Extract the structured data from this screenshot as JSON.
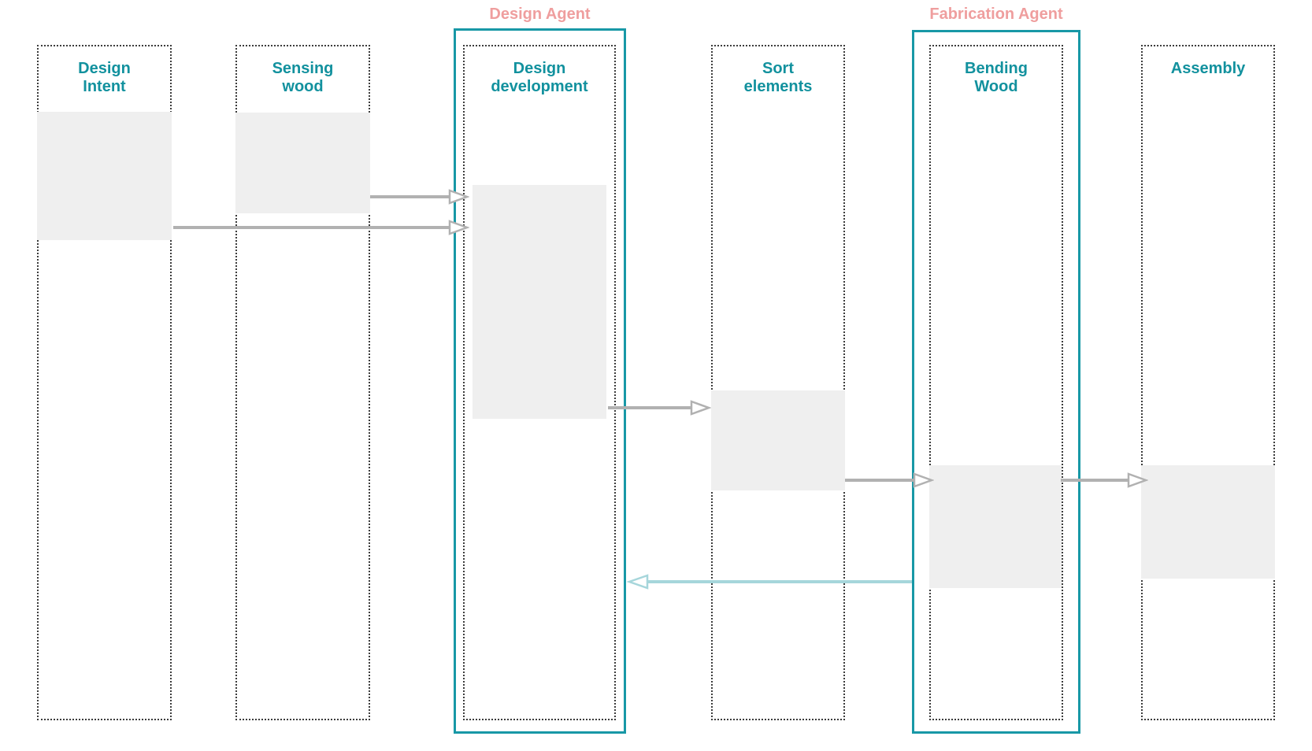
{
  "agents": [
    {
      "id": "design-agent",
      "label": "Design Agent"
    },
    {
      "id": "fabrication-agent",
      "label": "Fabrication Agent"
    }
  ],
  "columns": [
    {
      "id": "design-intent",
      "label": "Design\nIntent",
      "has_placeholder_image": true
    },
    {
      "id": "sensing-wood",
      "label": "Sensing\nwood",
      "has_placeholder_image": true
    },
    {
      "id": "design-development",
      "label": "Design\ndevelopment",
      "agent": "Design Agent",
      "has_placeholder_image": true
    },
    {
      "id": "sort-elements",
      "label": "Sort\nelements",
      "has_placeholder_image": true
    },
    {
      "id": "bending-wood",
      "label": "Bending\nWood",
      "agent": "Fabrication Agent",
      "has_placeholder_image": true
    },
    {
      "id": "assembly",
      "label": "Assembly",
      "has_placeholder_image": true
    }
  ],
  "arrows": [
    {
      "from": "sensing-wood",
      "to": "design-development",
      "style": "gray",
      "direction": "right"
    },
    {
      "from": "design-intent",
      "to": "design-development",
      "style": "gray",
      "direction": "right"
    },
    {
      "from": "design-development",
      "to": "sort-elements",
      "style": "gray",
      "direction": "right"
    },
    {
      "from": "sort-elements",
      "to": "bending-wood",
      "style": "gray",
      "direction": "right"
    },
    {
      "from": "bending-wood",
      "to": "assembly",
      "style": "gray",
      "direction": "right"
    },
    {
      "from": "fabrication-agent",
      "to": "design-agent",
      "style": "teal-feedback",
      "direction": "left"
    }
  ],
  "colors": {
    "heading_teal": "#12919E",
    "agent_border_teal": "#1898A6",
    "agent_label_pink": "#EF9E9E",
    "placeholder_gray": "#EFEFEF",
    "arrow_gray": "#B1B1B1",
    "feedback_arrow_teal": "#A6D6DB",
    "dotted_border": "#3C3C3C",
    "background": "#FFFFFF"
  }
}
